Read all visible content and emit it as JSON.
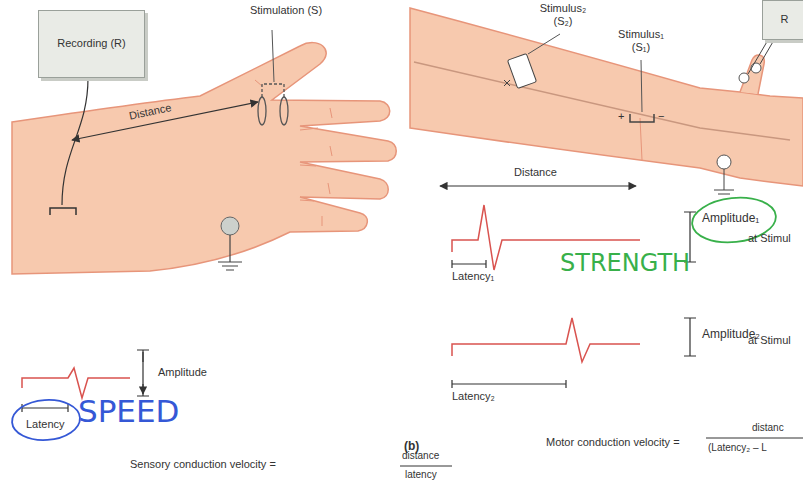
{
  "diagram": {
    "nodes": [
      {
        "text": [
          "Recording (R)"
        ]
      },
      {
        "text": [
          "R"
        ]
      }
    ],
    "labels": [
      "Stimulation (S)",
      "Distance",
      "Amplitude",
      "Latency",
      "SPEED",
      "Sensory conduction velocity =",
      "distance",
      "latency",
      "Stimulus₂ (S₂)",
      "Stimulus₁ (S₁)",
      "+",
      "−",
      "Distance",
      "Amplitude₁",
      "STRENGTH",
      "Latency₁",
      "at Stimul",
      "Amplitude₂",
      "at Stimul",
      "Latency₂",
      "(b)",
      "Motor conduction velocity =",
      "distanc",
      "(Latency₂ – L"
    ]
  }
}
